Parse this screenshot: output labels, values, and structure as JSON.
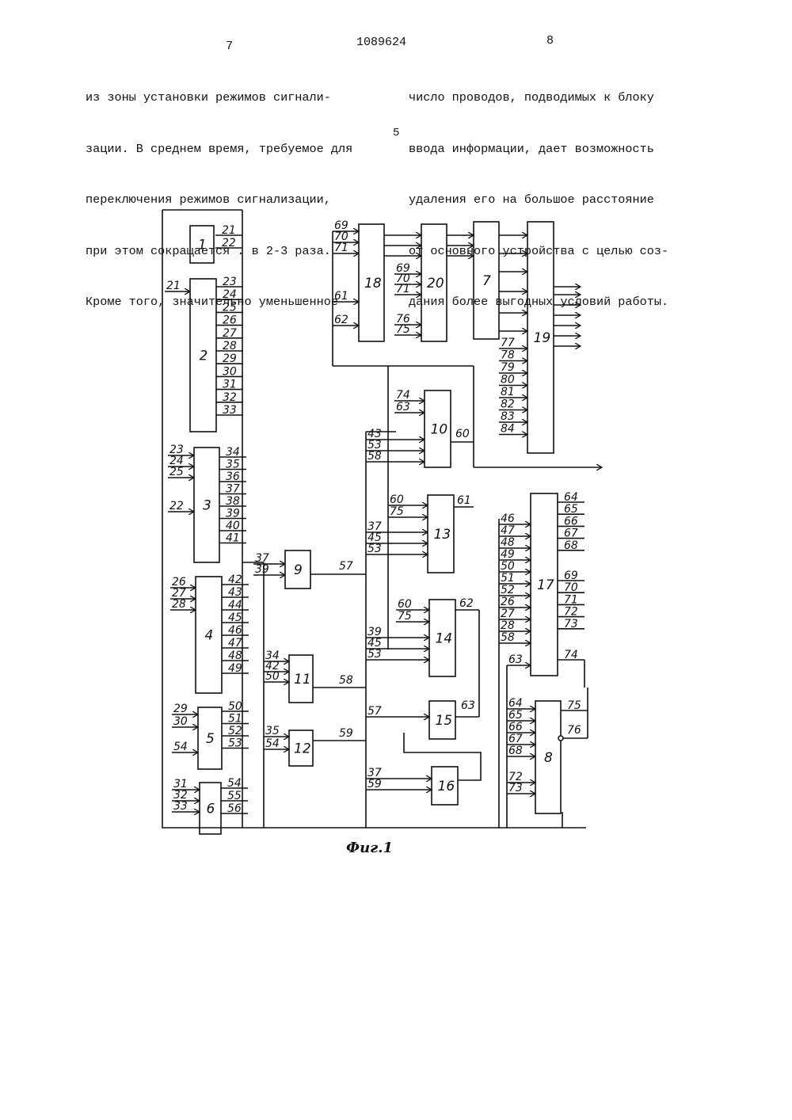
{
  "header": {
    "page_left": "7",
    "patent_number": "1089624",
    "page_right": "8"
  },
  "text": {
    "left_column": [
      "из зоны установки режимов сигнали-",
      "зации. В среднем время, требуемое для",
      "переключения режимов сигнализации,",
      "при этом сокращается . в 2-3 раза.",
      "Кроме того, значительно уменьшенное"
    ],
    "right_column": [
      "число проводов, подводимых к блоку",
      "ввода информации, дает возможность",
      "удаления его на большое расстояние",
      "от основного устройства с целью соз-",
      "дания более выгодных условий работы."
    ],
    "line_number": "5"
  },
  "figure": {
    "caption": "Фиг.1",
    "blocks": [
      {
        "id": "1",
        "inputs": [],
        "outputs": [
          "21",
          "22"
        ]
      },
      {
        "id": "2",
        "inputs": [
          "21"
        ],
        "outputs": [
          "23",
          "24",
          "25",
          "26",
          "27",
          "28",
          "29",
          "30",
          "31",
          "32",
          "33"
        ]
      },
      {
        "id": "3",
        "inputs": [
          "23",
          "24",
          "25",
          "22"
        ],
        "outputs": [
          "34",
          "35",
          "36",
          "37",
          "38",
          "39",
          "40",
          "41"
        ]
      },
      {
        "id": "4",
        "inputs": [
          "26",
          "27",
          "28"
        ],
        "outputs": [
          "42",
          "43",
          "44",
          "45",
          "46",
          "47",
          "48",
          "49"
        ]
      },
      {
        "id": "5",
        "inputs": [
          "29",
          "30",
          "54"
        ],
        "outputs": [
          "50",
          "51",
          "52",
          "53"
        ]
      },
      {
        "id": "6",
        "inputs": [
          "31",
          "32",
          "33"
        ],
        "outputs": [
          "54",
          "55",
          "56"
        ]
      },
      {
        "id": "9",
        "inputs": [
          "37",
          "39"
        ],
        "outputs": [
          "57"
        ]
      },
      {
        "id": "11",
        "inputs": [
          "34",
          "42",
          "50"
        ],
        "outputs": [
          "58"
        ]
      },
      {
        "id": "12",
        "inputs": [
          "35",
          "54"
        ],
        "outputs": [
          "59"
        ]
      },
      {
        "id": "18",
        "inputs": [
          "69",
          "70",
          "71",
          "61",
          "62"
        ],
        "outputs": []
      },
      {
        "id": "20",
        "inputs": [
          "69",
          "70",
          "71",
          "76",
          "75"
        ],
        "outputs": []
      },
      {
        "id": "7",
        "inputs": [],
        "outputs": []
      },
      {
        "id": "19",
        "inputs": [
          "77",
          "78",
          "79",
          "80",
          "81",
          "82",
          "83",
          "84"
        ],
        "outputs": []
      },
      {
        "id": "10",
        "inputs": [
          "74",
          "63",
          "43",
          "53",
          "58"
        ],
        "outputs": [
          "60"
        ]
      },
      {
        "id": "13",
        "inputs": [
          "60",
          "75",
          "37",
          "45",
          "53"
        ],
        "outputs": [
          "61"
        ]
      },
      {
        "id": "14",
        "inputs": [
          "60",
          "75",
          "39",
          "45",
          "53"
        ],
        "outputs": [
          "62"
        ]
      },
      {
        "id": "15",
        "inputs": [
          "57"
        ],
        "outputs": [
          "63"
        ]
      },
      {
        "id": "16",
        "inputs": [
          "37",
          "59"
        ],
        "outputs": []
      },
      {
        "id": "17",
        "inputs": [
          "46",
          "47",
          "48",
          "49",
          "50",
          "51",
          "52",
          "26",
          "27",
          "28",
          "58",
          "63"
        ],
        "outputs": [
          "64",
          "65",
          "66",
          "67",
          "68",
          "69",
          "70",
          "71",
          "72",
          "73",
          "74"
        ]
      },
      {
        "id": "8",
        "inputs": [
          "64",
          "65",
          "66",
          "67",
          "68",
          "72",
          "73"
        ],
        "outputs": [
          "75",
          "76"
        ]
      }
    ]
  }
}
